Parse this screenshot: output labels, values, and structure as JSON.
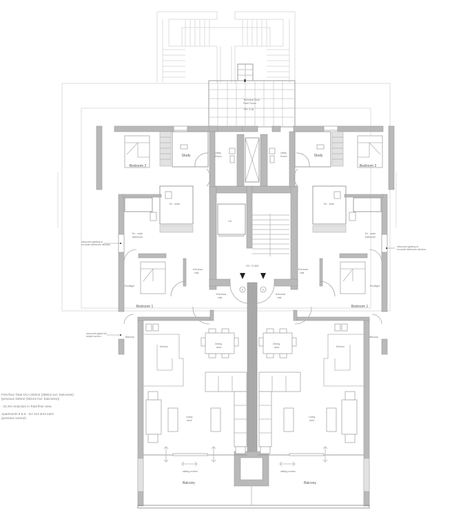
{
  "plan": {
    "title_block": {
      "line1": "First floor Total GCA 263m2 (299m2 incl. balconies)",
      "line2": "(previous 326m2 (381m2 incl. balconies))",
      "line3": "- 21.5% reduction in Total floor area",
      "line4": "Apartments 5 & 6 - GA 113.2m2 each",
      "line5": "(previous 122m2)"
    },
    "core": {
      "plant_room_line1": "Technical Zone",
      "plant_room_line2": "Plant Room",
      "plant_room_level": "FFL 2.45",
      "lift": "Lift",
      "ffl": "FFL 72.585",
      "apartment_left_number": "5",
      "apartment_right_number": "6"
    },
    "annotations": {
      "obscured_bathroom_line1": "obscured glazing to",
      "obscured_bathroom_line2": "en-suite bathroom window",
      "obscured_screen_line1": "obscured glass full",
      "obscured_screen_line2": "height screen"
    },
    "apartment_left": {
      "bedroom2": "Bedroom 2",
      "study": "Study",
      "utility_line1": "Utility",
      "utility_line2": "Room",
      "ensuite": "En - suite",
      "ensuite_bath_line1": "En - suite",
      "ensuite_bath_line2": "bathroom",
      "entrance_hall_line1": "Entrance",
      "entrance_hall_line2": "Hall",
      "entrance_hall2_line1": "Entrance",
      "entrance_hall2_line2": "Hall",
      "rooflight": "Rooflight",
      "bedroom1": "Bedroom 1",
      "balcony_side": "Balcony",
      "kitchen": "Kitchen",
      "dining_line1": "Dining",
      "dining_line2": "area",
      "living_line1": "Living",
      "living_line2": "area",
      "sliding_screen": "sliding screen",
      "balcony": "Balcony"
    },
    "apartment_right": {
      "bedroom2": "Bedroom 2",
      "study": "Study",
      "utility_line1": "Utility",
      "utility_line2": "Room",
      "ensuite": "En - suite",
      "ensuite_bath_line1": "En - suite",
      "ensuite_bath_line2": "bathroom",
      "entrance_hall_line1": "Entrance",
      "entrance_hall_line2": "Hall",
      "entrance_hall2_line1": "Entrance",
      "entrance_hall2_line2": "Hall",
      "rooflight": "Rooflight",
      "bedroom1": "Bedroom 1",
      "balcony_side": "Balcony",
      "kitchen": "Kitchen",
      "dining_line1": "Dining",
      "dining_line2": "area",
      "living_line1": "Living",
      "living_line2": "area",
      "sliding_screen": "sliding screen",
      "balcony": "Balcony"
    }
  }
}
